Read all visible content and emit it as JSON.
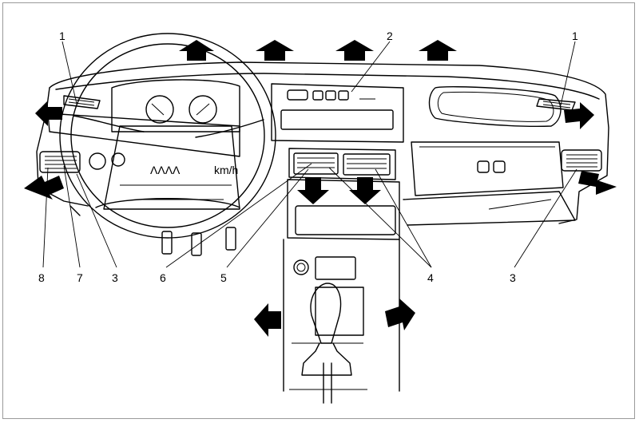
{
  "diagram": {
    "callouts": {
      "c1_left": "1",
      "c1_right": "1",
      "c2": "2",
      "c3_left": "3",
      "c3_right": "3",
      "c4": "4",
      "c5": "5",
      "c6": "6",
      "c7": "7",
      "c8": "8"
    },
    "cluster_text_left": "ΛΛΛΛ",
    "cluster_text_right": "km/h"
  }
}
